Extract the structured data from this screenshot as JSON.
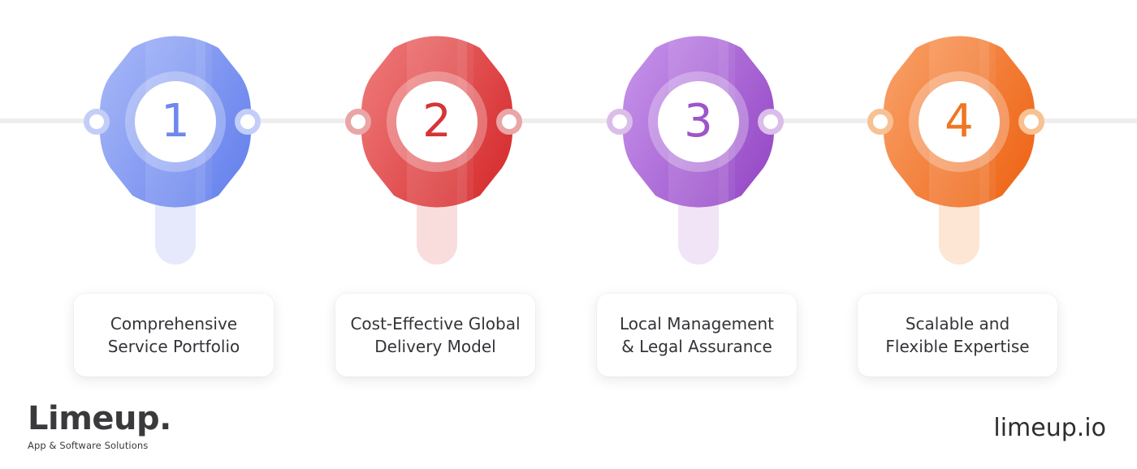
{
  "steps": [
    {
      "number": "1",
      "line1": "Comprehensive",
      "line2": "Service Portfolio",
      "color_light": "#a9b9f7",
      "color_dark": "#6b86ee",
      "stem_color": "#e5e9fb",
      "connector_color": "#c3cef8",
      "number_color": "#6e88ec"
    },
    {
      "number": "2",
      "line1": "Cost-Effective Global",
      "line2": "Delivery Model",
      "color_light": "#f07d7d",
      "color_dark": "#d83335",
      "stem_color": "#f9dddc",
      "connector_color": "#eaa5a6",
      "number_color": "#d53538"
    },
    {
      "number": "3",
      "line1": "Local Management",
      "line2": "& Legal Assurance",
      "color_light": "#c896ec",
      "color_dark": "#9a4fc9",
      "stem_color": "#f1e4f7",
      "connector_color": "#dbbde9",
      "number_color": "#9d55c8"
    },
    {
      "number": "4",
      "line1": "Scalable and",
      "line2": "Flexible Expertise",
      "color_light": "#f9a26a",
      "color_dark": "#ef6a1d",
      "stem_color": "#fde6d3",
      "connector_color": "#f8c193",
      "number_color": "#ef7621"
    }
  ],
  "brand": {
    "logo": "Limeup.",
    "tagline": "App & Software Solutions"
  },
  "website": "limeup.io"
}
